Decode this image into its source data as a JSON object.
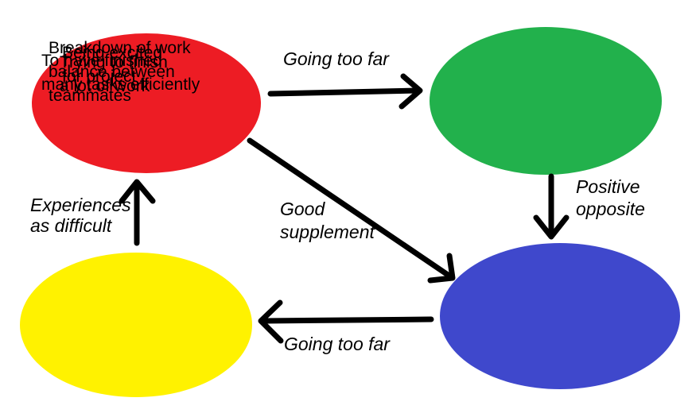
{
  "diagram": {
    "background_color": "#ffffff",
    "text_color": "#000000",
    "arrow_color": "#000000",
    "nodes": {
      "excited": {
        "color": "#ed1c24",
        "label_lines": [
          "Being excited",
          "for project"
        ]
      },
      "finish": {
        "color": "#22b14c",
        "label_lines": [
          "Trying to finish",
          "a lot of work"
        ]
      },
      "finished": {
        "color": "#3f48cc",
        "label_lines": [
          "To have finished",
          "many tasks efficiently"
        ]
      },
      "breakdown": {
        "color": "#fff200",
        "label_lines": [
          "Breakdown of work",
          "balance between",
          "teammates"
        ]
      }
    },
    "edges": {
      "excited_to_finish": {
        "label": "Going too far"
      },
      "finish_to_finished": {
        "label_lines": [
          "Positive",
          "opposite"
        ]
      },
      "excited_to_finished": {
        "label_lines": [
          "Good",
          "supplement"
        ]
      },
      "finished_to_breakdown": {
        "label": "Going too far"
      },
      "breakdown_to_excited": {
        "label_lines": [
          "Experiences",
          "as difficult"
        ]
      }
    }
  }
}
